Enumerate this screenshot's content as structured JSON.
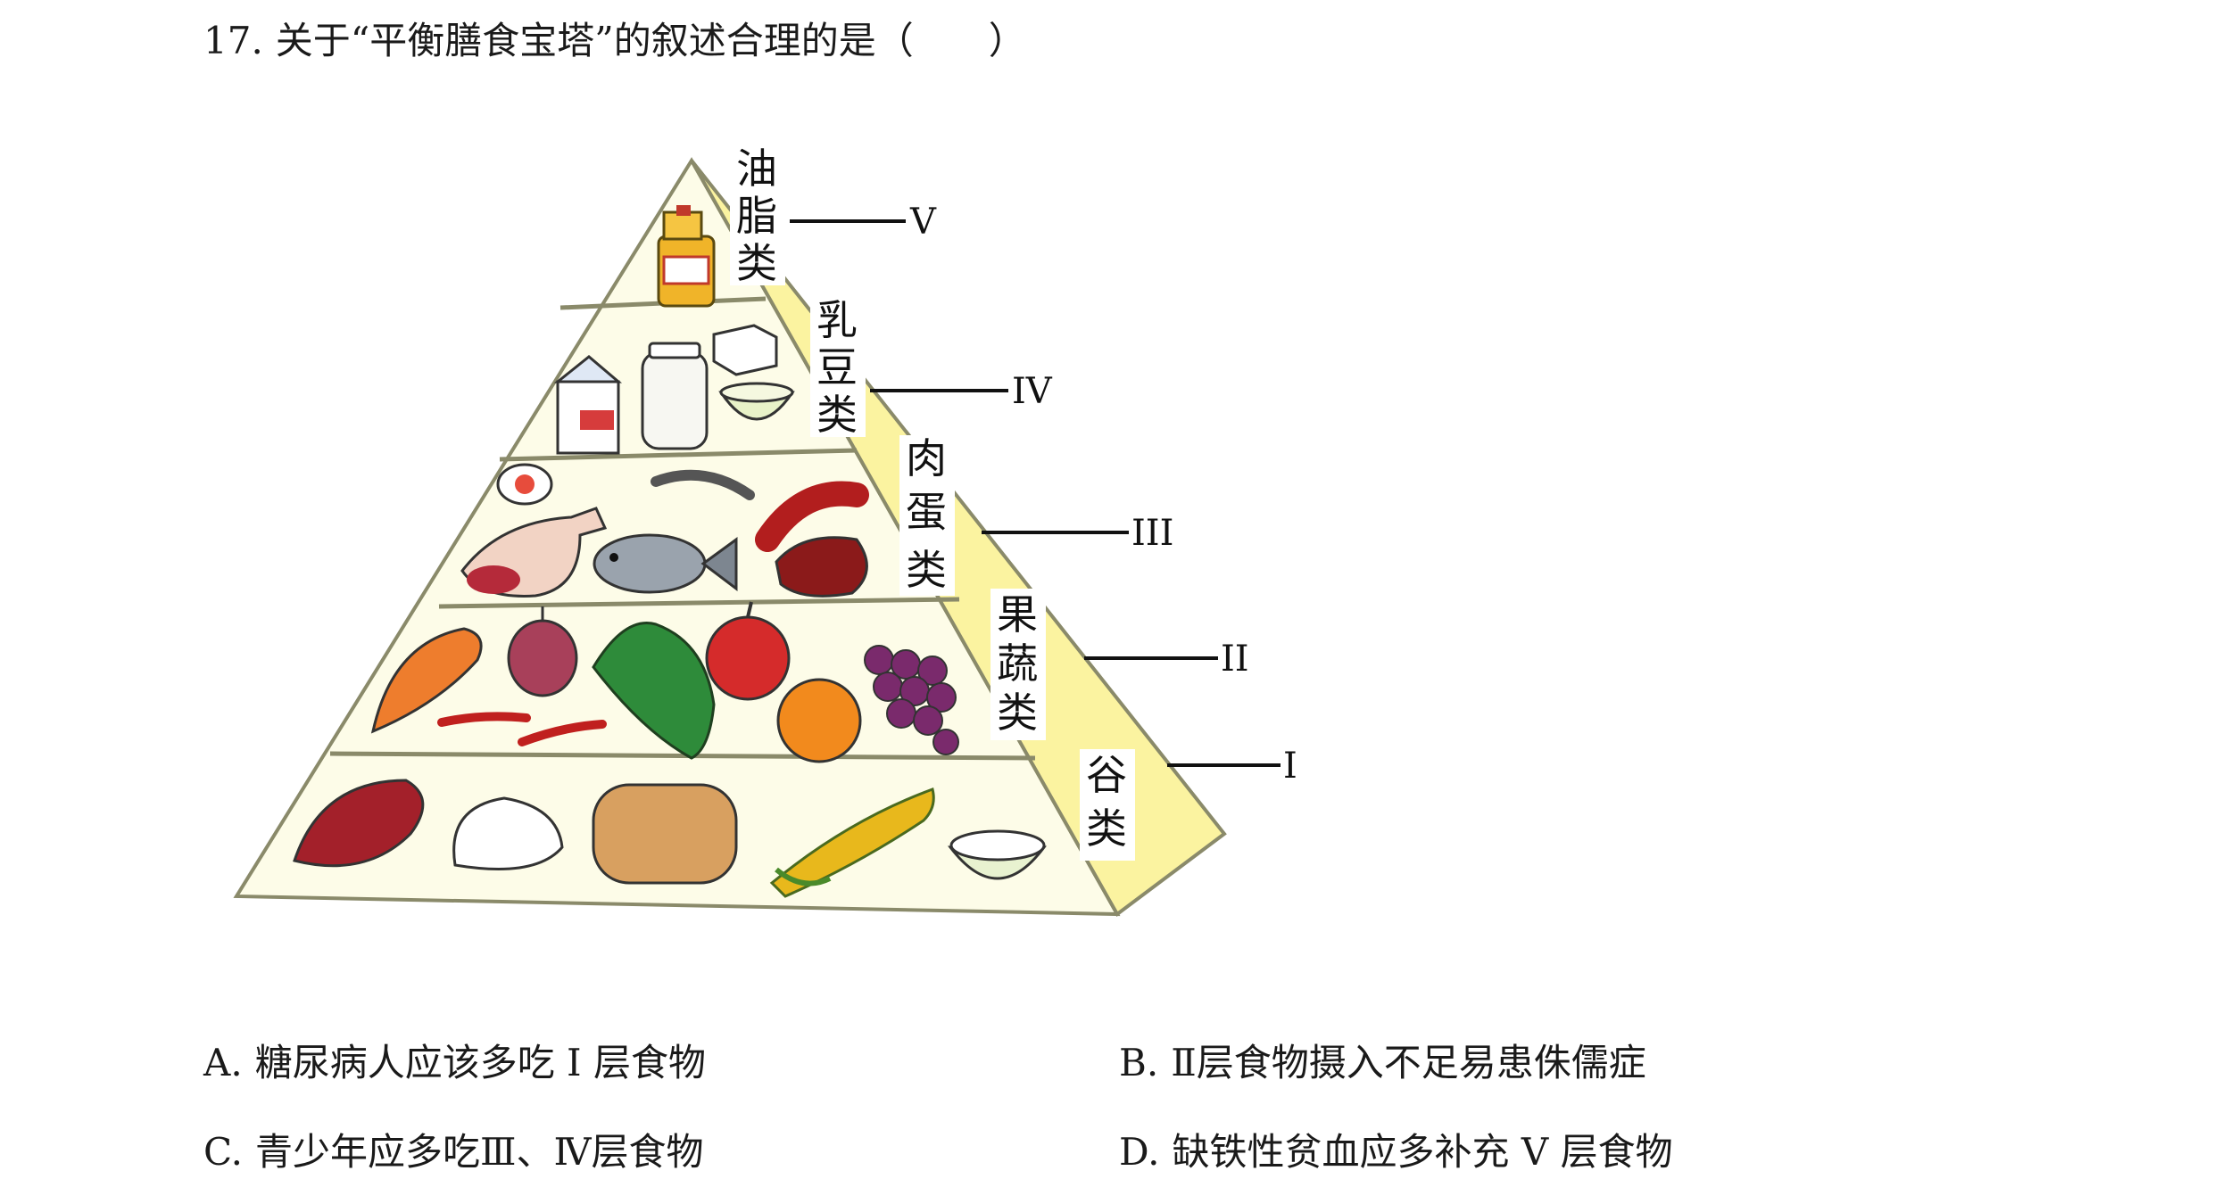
{
  "question": {
    "number": "17.",
    "text": "关于“平衡膳食宝塔”的叙述合理的是（　　）"
  },
  "figure": {
    "layers": [
      {
        "roman": "V",
        "category": [
          "油",
          "脂",
          "类"
        ]
      },
      {
        "roman": "IV",
        "category": [
          "乳",
          "豆",
          "类"
        ]
      },
      {
        "roman": "III",
        "category": [
          "肉",
          "蛋",
          "类"
        ]
      },
      {
        "roman": "II",
        "category": [
          "果",
          "蔬",
          "类"
        ]
      },
      {
        "roman": "I",
        "category": [
          "谷",
          "类"
        ]
      }
    ]
  },
  "options": [
    {
      "letter": "A.",
      "text": "糖尿病人应该多吃 I 层食物"
    },
    {
      "letter": "B.",
      "text": "Ⅱ层食物摄入不足易患侏儒症"
    },
    {
      "letter": "C.",
      "text": "青少年应多吃Ⅲ、Ⅳ层食物"
    },
    {
      "letter": "D.",
      "text": "缺铁性贫血应多补充 V 层食物"
    }
  ],
  "colors": {
    "pyramid_face": "#fdfce8",
    "pyramid_side": "#fbf3a0",
    "outline": "#8a8a6a"
  }
}
